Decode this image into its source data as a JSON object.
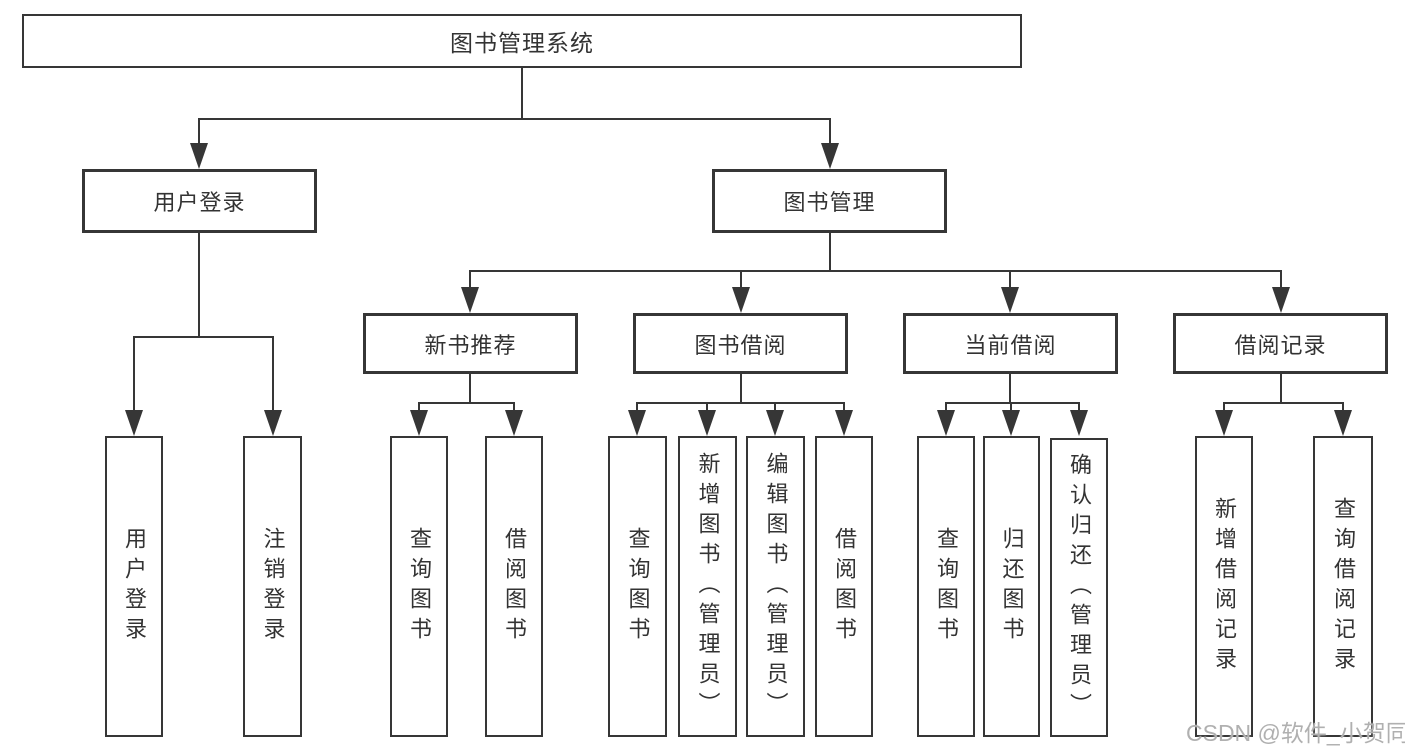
{
  "tree": {
    "root": {
      "label": "图书管理系统"
    },
    "branches": [
      {
        "label": "用户登录",
        "children": [
          {
            "label": "用户登录"
          },
          {
            "label": "注销登录"
          }
        ]
      },
      {
        "label": "图书管理",
        "children": [
          {
            "label": "新书推荐",
            "children": [
              {
                "label": "查询图书"
              },
              {
                "label": "借阅图书"
              }
            ]
          },
          {
            "label": "图书借阅",
            "children": [
              {
                "label": "查询图书"
              },
              {
                "label": "新增图书（管理员）"
              },
              {
                "label": "编辑图书（管理员）"
              },
              {
                "label": "借阅图书"
              }
            ]
          },
          {
            "label": "当前借阅",
            "children": [
              {
                "label": "查询图书"
              },
              {
                "label": "归还图书"
              },
              {
                "label": "确认归还（管理员）"
              }
            ]
          },
          {
            "label": "借阅记录",
            "children": [
              {
                "label": "新增借阅记录"
              },
              {
                "label": "查询借阅记录"
              }
            ]
          }
        ]
      }
    ]
  },
  "watermark": {
    "text": "CSDN @软件_小贺同学"
  },
  "colors": {
    "line": "#363636",
    "text": "#333333",
    "watermark": "#b0b0b0",
    "background": "#ffffff"
  }
}
